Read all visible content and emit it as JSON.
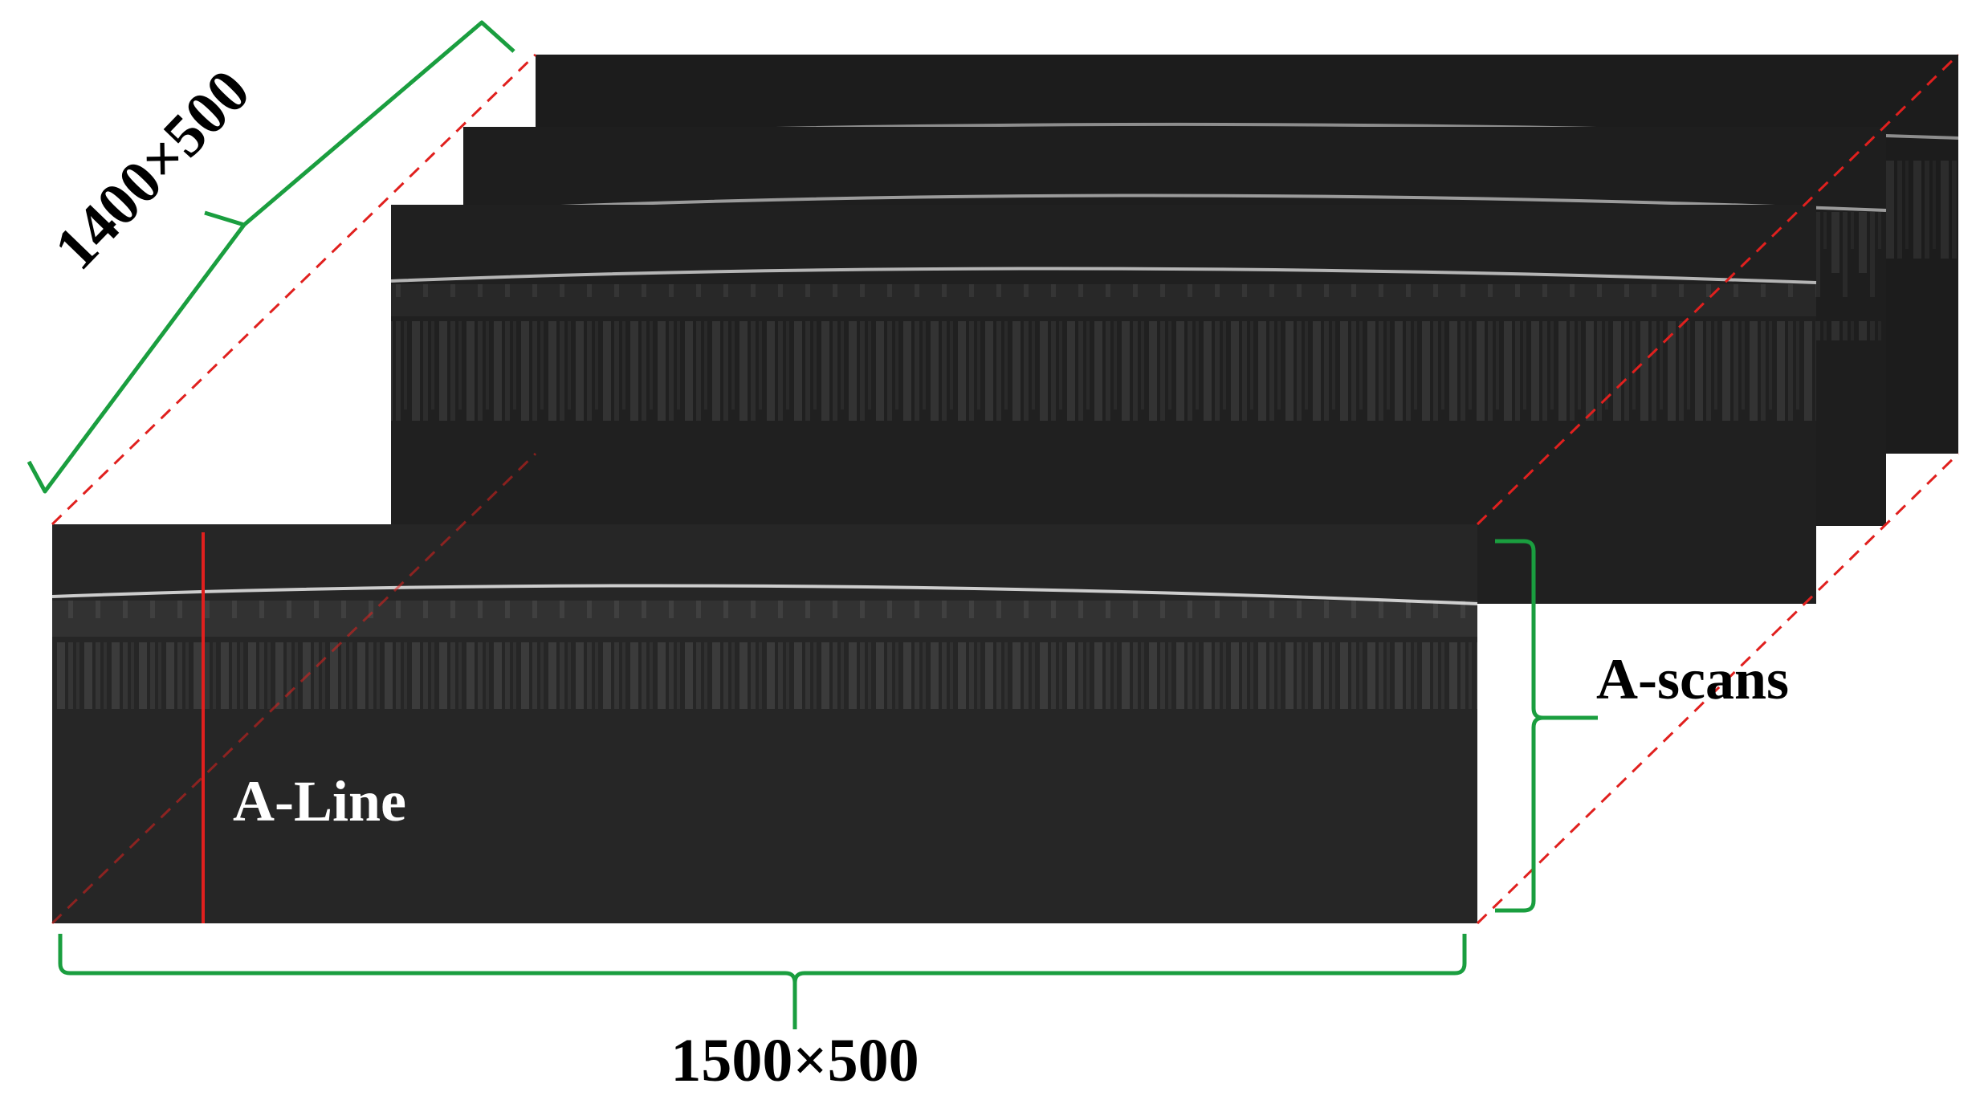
{
  "diagram": {
    "labels": {
      "front_slice_size": "1500×500",
      "depth_size": "1400×500",
      "a_scans": "A-scans",
      "a_line": "A-Line"
    },
    "colors": {
      "background": "#ffffff",
      "slice_fill": "#262626",
      "slice_fill_back": "#1f1f1f",
      "bracket": "#1a9e3f",
      "a_line": "#e0201e",
      "dashed_outline": "#e0201e",
      "text_dark": "#000000",
      "text_light": "#ffffff"
    },
    "slices": [
      {
        "name": "back-slice-3"
      },
      {
        "name": "back-slice-2"
      },
      {
        "name": "back-slice-1"
      },
      {
        "name": "front-slice"
      }
    ]
  }
}
